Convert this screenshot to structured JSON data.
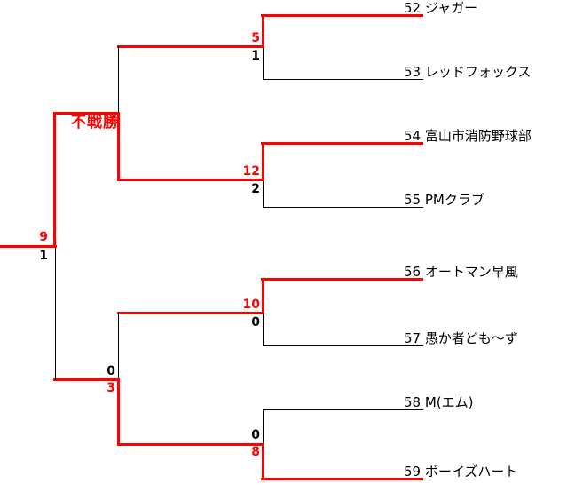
{
  "bracket": {
    "colors": {
      "winner_path": "#ff0000",
      "loser_path": "#000000",
      "background": "#ffffff",
      "team_text": "#000000"
    },
    "teams": [
      {
        "label": "52 ジャガー",
        "path_color": "red"
      },
      {
        "label": "53 レッドフォックス",
        "path_color": "black"
      },
      {
        "label": "54 富山市消防野球部",
        "path_color": "red"
      },
      {
        "label": "55 PMクラブ",
        "path_color": "black"
      },
      {
        "label": "56 オートマン早風",
        "path_color": "red"
      },
      {
        "label": "57 愚か者ども～ず",
        "path_color": "black"
      },
      {
        "label": "58 M(エム)",
        "path_color": "black"
      },
      {
        "label": "59 ボーイズハート",
        "path_color": "red"
      }
    ],
    "round1": [
      {
        "match": "52 vs 53",
        "top_score": "5",
        "bottom_score": "1",
        "winner": "top"
      },
      {
        "match": "54 vs 55",
        "top_score": "12",
        "bottom_score": "2",
        "winner": "top"
      },
      {
        "match": "56 vs 57",
        "top_score": "10",
        "bottom_score": "0",
        "winner": "top"
      },
      {
        "match": "58 vs 59",
        "top_score": "0",
        "bottom_score": "8",
        "winner": "bottom"
      }
    ],
    "semifinals": [
      {
        "match": "winner(52/53) vs winner(54/55)",
        "note": "不戦勝",
        "winner": "bottom"
      },
      {
        "match": "winner(56/57) vs winner(58/59)",
        "top_score": "0",
        "bottom_score": "3",
        "winner": "bottom"
      }
    ],
    "final": {
      "match": "semifinal winners",
      "top_score": "9",
      "bottom_score": "1",
      "winner": "top"
    }
  }
}
